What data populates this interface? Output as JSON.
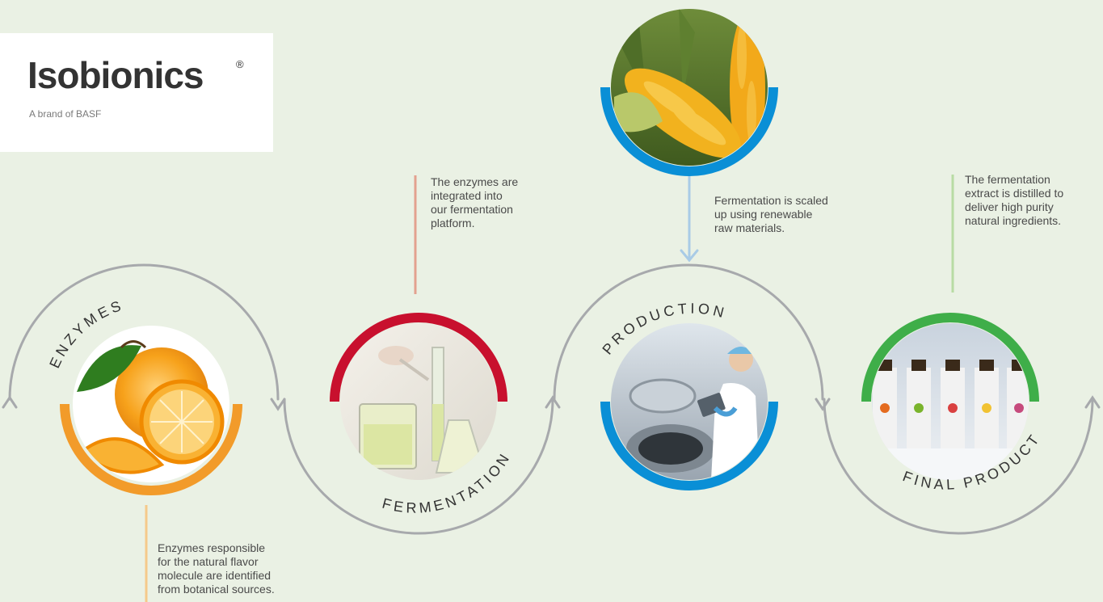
{
  "brand": {
    "name": "Isobionics",
    "registered_mark": "®",
    "tagline": "A brand of BASF"
  },
  "stages": [
    {
      "label": "ENZYMES",
      "color": "#f29b2a",
      "image": "orange-fruit",
      "description": "Enzymes responsible\nfor the natural flavor\nmolecule are identified\nfrom botanical sources.",
      "connector_color": "#f5c98a"
    },
    {
      "label": "FERMENTATION",
      "color": "#c8102e",
      "image": "laboratory-glassware",
      "description": "The enzymes are\nintegrated into\nour fermentation\nplatform.",
      "connector_color": "#e3a18f"
    },
    {
      "label": "PRODUCTION",
      "color": "#0a8fd6",
      "image": "production-tank-worker",
      "description": "Fermentation is scaled\nup using renewable\nraw materials.",
      "connector_color": "#a9cbe6"
    },
    {
      "label": "FINAL PRODUCT",
      "color": "#3fae49",
      "image": "essential-oil-bottles",
      "description": "The fermentation\nextract is distilled to\ndeliver high purity\nnatural ingredients.",
      "connector_color": "#b8dca4"
    }
  ],
  "raw_material": {
    "image": "corn-cobs",
    "color": "#0a8fd6"
  },
  "colors": {
    "background": "#eaf1e4",
    "cycle_arrow": "#a7a9ac"
  }
}
